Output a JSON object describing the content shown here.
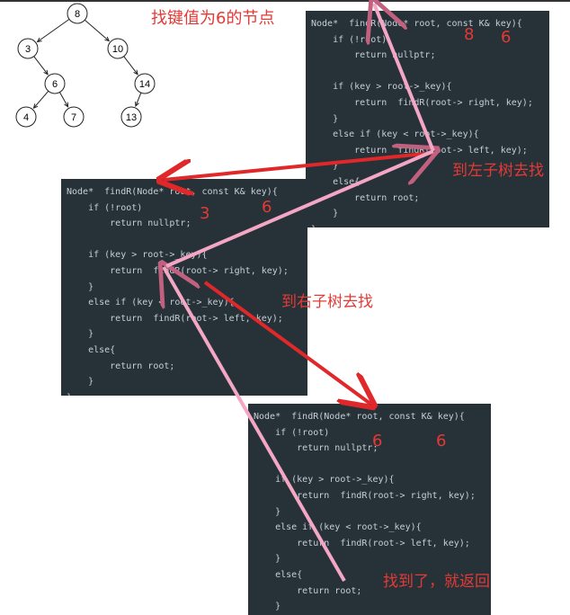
{
  "title": "找键值为6的节点",
  "tree": {
    "nodes": [
      {
        "id": "8",
        "label": "8"
      },
      {
        "id": "3",
        "label": "3"
      },
      {
        "id": "10",
        "label": "10"
      },
      {
        "id": "6",
        "label": "6"
      },
      {
        "id": "14",
        "label": "14"
      },
      {
        "id": "4",
        "label": "4"
      },
      {
        "id": "7",
        "label": "7"
      },
      {
        "id": "13",
        "label": "13"
      }
    ],
    "edges": [
      [
        "8",
        "3"
      ],
      [
        "8",
        "10"
      ],
      [
        "3",
        "6"
      ],
      [
        "10",
        "14"
      ],
      [
        "6",
        "4"
      ],
      [
        "6",
        "7"
      ],
      [
        "14",
        "13"
      ]
    ]
  },
  "code_lines": [
    "Node*  findR(Node* root, const K& key){",
    "    if (!root)",
    "        return nullptr;",
    "",
    "    if (key > root->_key){",
    "        return  findR(root-> right, key);",
    "    }",
    "    else if (key < root->_key){",
    "        return  findR(root-> left, key);",
    "    }",
    "    else{",
    "        return root;",
    "    }",
    "}"
  ],
  "frames": [
    {
      "root_value": "8",
      "key_value": "6"
    },
    {
      "root_value": "3",
      "key_value": "6"
    },
    {
      "root_value": "6",
      "key_value": "6"
    }
  ],
  "annotations": {
    "go_left": "到左子树去找",
    "go_right": "到右子树去找",
    "found": "找到了，就返回"
  },
  "colors": {
    "panel_bg": "#263238",
    "code_text": "#c7ced6",
    "annotation_red": "#e53935",
    "arrow_red": "#e0282b",
    "arrow_pink": "#f4a6c4"
  }
}
